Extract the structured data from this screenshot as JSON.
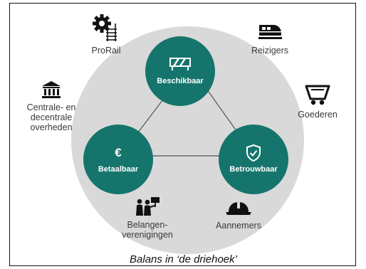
{
  "nodes": {
    "beschikbaar": "Beschikbaar",
    "betaalbaar": "Betaalbaar",
    "betrouwbaar": "Betrouwbaar"
  },
  "stakeholders": {
    "prorail": "ProRail",
    "reizigers": "Reizigers",
    "overheden_1": "Centrale- en",
    "overheden_2": "decentrale",
    "overheden_3": "overheden",
    "goederen": "Goederen",
    "belangen_1": "Belangen-",
    "belangen_2": "verenigingen",
    "aannemers": "Aannemers"
  },
  "caption": "Balans in ‘de driehoek’",
  "colors": {
    "node": "#15756d",
    "background_circle": "#d9d9d9",
    "icon": "#111111"
  }
}
